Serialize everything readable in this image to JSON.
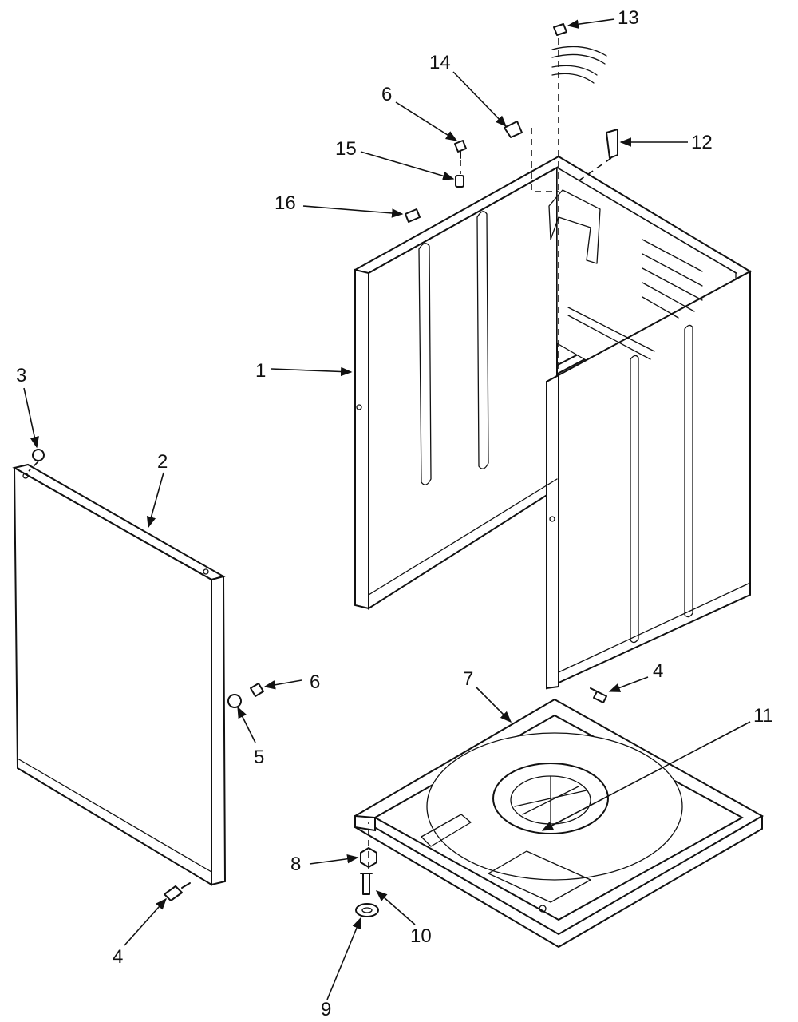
{
  "diagram": {
    "callouts": [
      {
        "id": "c1",
        "text": "1"
      },
      {
        "id": "c2",
        "text": "2"
      },
      {
        "id": "c3",
        "text": "3"
      },
      {
        "id": "c4a",
        "text": "4"
      },
      {
        "id": "c4b",
        "text": "4"
      },
      {
        "id": "c5",
        "text": "5"
      },
      {
        "id": "c6a",
        "text": "6"
      },
      {
        "id": "c6b",
        "text": "6"
      },
      {
        "id": "c7",
        "text": "7"
      },
      {
        "id": "c8",
        "text": "8"
      },
      {
        "id": "c9",
        "text": "9"
      },
      {
        "id": "c10",
        "text": "10"
      },
      {
        "id": "c11",
        "text": "11"
      },
      {
        "id": "c12",
        "text": "12"
      },
      {
        "id": "c13",
        "text": "13"
      },
      {
        "id": "c14",
        "text": "14"
      },
      {
        "id": "c15",
        "text": "15"
      },
      {
        "id": "c16",
        "text": "16"
      }
    ]
  }
}
